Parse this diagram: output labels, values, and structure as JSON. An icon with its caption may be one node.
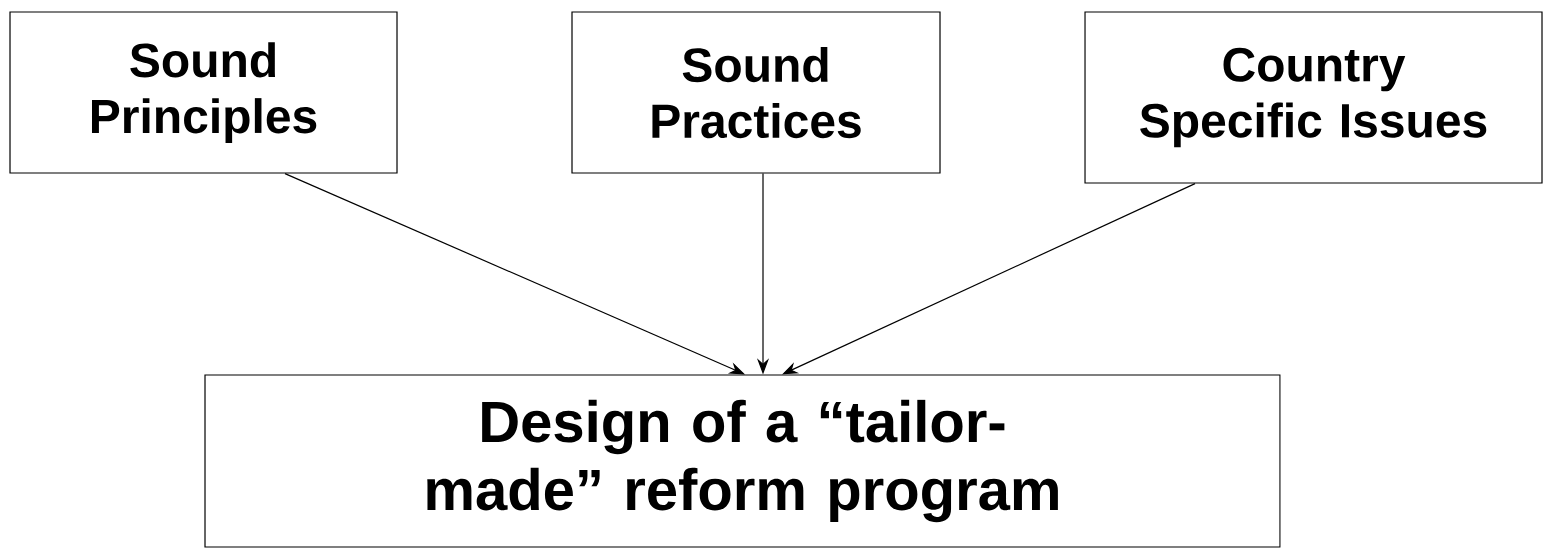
{
  "diagram": {
    "nodes": [
      {
        "text": [
          "Sound Principles"
        ]
      },
      {
        "text": [
          "Sound Practices"
        ]
      },
      {
        "text": [
          "Country Specific Issues"
        ]
      },
      {
        "text": [
          "Design of a “tailor-made” reform program"
        ]
      }
    ],
    "edges": [
      {
        "from": 0,
        "to": 3,
        "arrow": "to"
      },
      {
        "from": 1,
        "to": 3,
        "arrow": "to"
      },
      {
        "from": 2,
        "to": 3,
        "arrow": "to"
      }
    ]
  }
}
